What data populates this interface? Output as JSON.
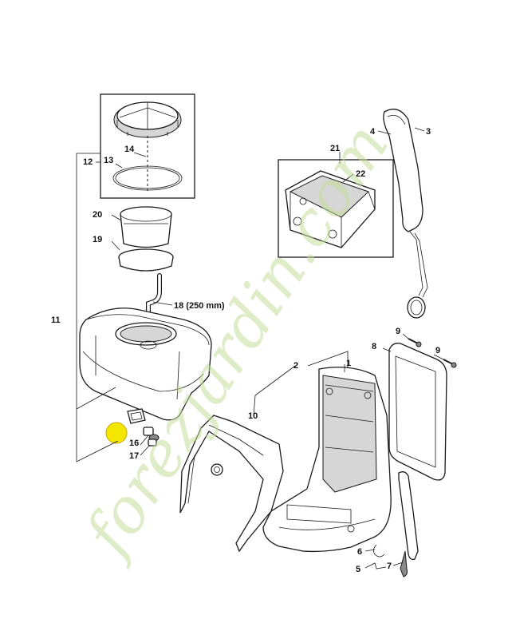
{
  "diagram": {
    "labels": {
      "p1": "1",
      "p2": "2",
      "p3": "3",
      "p4": "4",
      "p5": "5",
      "p6": "6",
      "p7": "7",
      "p8": "8",
      "p9a": "9",
      "p9b": "9",
      "p10": "10",
      "p11": "11",
      "p12": "12",
      "p13": "13",
      "p14": "14",
      "p16": "16",
      "p17": "17",
      "p18": "18 (250 mm)",
      "p19": "19",
      "p20": "20",
      "p21": "21",
      "p22": "22"
    },
    "highlight_color": "#f3e600"
  },
  "watermark": {
    "text": "forezjardin.com",
    "color": "#c5dc9a",
    "accent_color": "#f0a030"
  }
}
